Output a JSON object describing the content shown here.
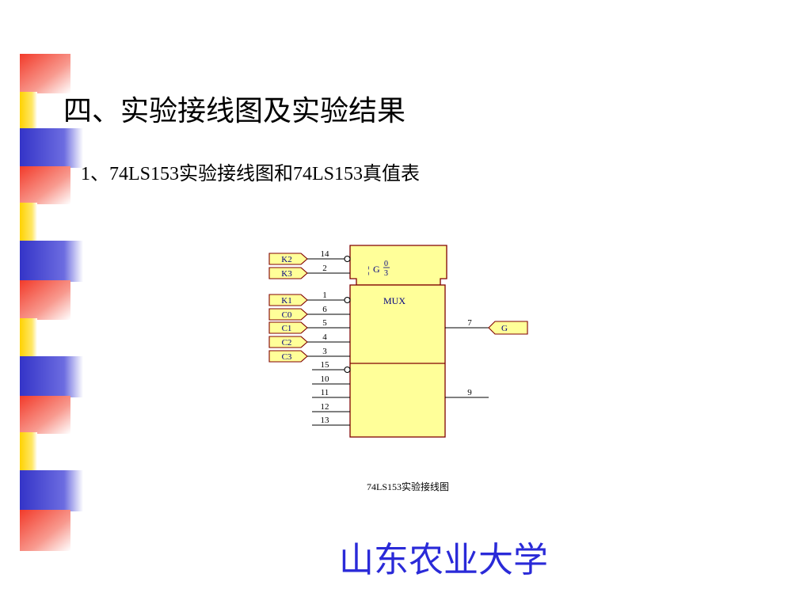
{
  "slide": {
    "title": "四、实验接线图及实验结果",
    "subtitle": "1、74LS153实验接线图和74LS153真值表",
    "caption": "74LS153实验接线图",
    "footer": "山东农业大学"
  },
  "diagram": {
    "chip": {
      "control_text": "G",
      "control_fraction_top": "0",
      "control_fraction_bottom": "3",
      "function_label": "MUX"
    },
    "input_switches": [
      {
        "label": "K2",
        "pin": "14",
        "inverted": true
      },
      {
        "label": "K3",
        "pin": "2",
        "inverted": false
      },
      {
        "label": "K1",
        "pin": "1",
        "inverted": true
      },
      {
        "label": "C0",
        "pin": "6",
        "inverted": false
      },
      {
        "label": "C1",
        "pin": "5",
        "inverted": false
      },
      {
        "label": "C2",
        "pin": "4",
        "inverted": false
      },
      {
        "label": "C3",
        "pin": "3",
        "inverted": false
      }
    ],
    "unconnected_pins": [
      {
        "pin": "15",
        "inverted": true
      },
      {
        "pin": "10",
        "inverted": false
      },
      {
        "pin": "11",
        "inverted": false
      },
      {
        "pin": "12",
        "inverted": false
      },
      {
        "pin": "13",
        "inverted": false
      }
    ],
    "outputs": [
      {
        "pin": "7",
        "label": "G"
      },
      {
        "pin": "9",
        "label": ""
      }
    ]
  },
  "colors": {
    "stripe_red": "#f23a2a",
    "stripe_yellow": "#ffd200",
    "stripe_blue": "#3434c8",
    "chip_fill": "#ffff99",
    "chip_stroke": "#800000",
    "wire": "#000000",
    "switch_fill": "#ffff99",
    "switch_stroke": "#800000",
    "chip_text": "#000080",
    "footer": "#2a2ad8"
  }
}
